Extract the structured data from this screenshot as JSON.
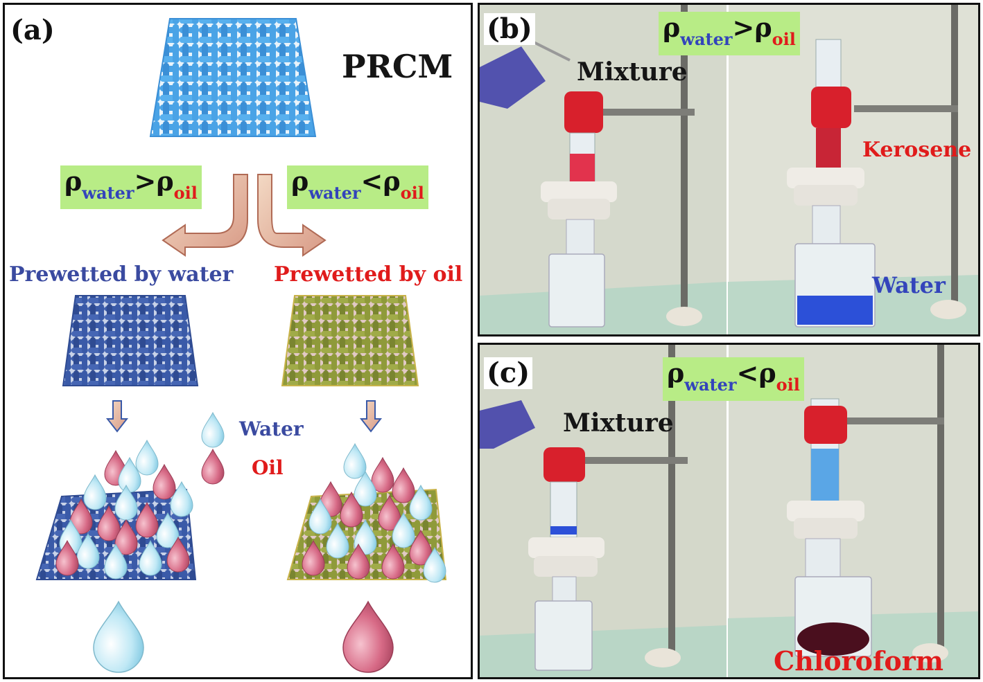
{
  "panel_a": {
    "label": "(a)",
    "title": "PRCM",
    "rho_left": {
      "rho": "ρ",
      "water": "water",
      "gt": ">",
      "oil": "oil"
    },
    "rho_right": {
      "rho": "ρ",
      "water": "water",
      "lt": "<",
      "oil": "oil"
    },
    "left_caption": "Prewetted by water",
    "right_caption": "Prewetted by oil",
    "legend_water": "Water",
    "legend_oil": "Oil"
  },
  "panel_b": {
    "label": "(b)",
    "rho": {
      "rho": "ρ",
      "water": "water",
      "op": ">",
      "oil": "oil"
    },
    "mixture_label": "Mixture",
    "kerosene_label": "Kerosene",
    "water_label": "Water"
  },
  "panel_c": {
    "label": "(c)",
    "rho": {
      "rho": "ρ",
      "water": "water",
      "op": "<",
      "oil": "oil"
    },
    "mixture_label": "Mixture",
    "chloroform_label": "Chloroform"
  },
  "colors": {
    "mesh_blue": "#4aa3e6",
    "mesh_navy": "#3a5aa8",
    "mesh_olive": "#8f9a3a",
    "water_drop": "#bfe8f5",
    "oil_drop": "#d76a86",
    "highlight_box": "#b8ec86",
    "label_red": "#e01b1b",
    "label_blue": "#3344bb"
  }
}
